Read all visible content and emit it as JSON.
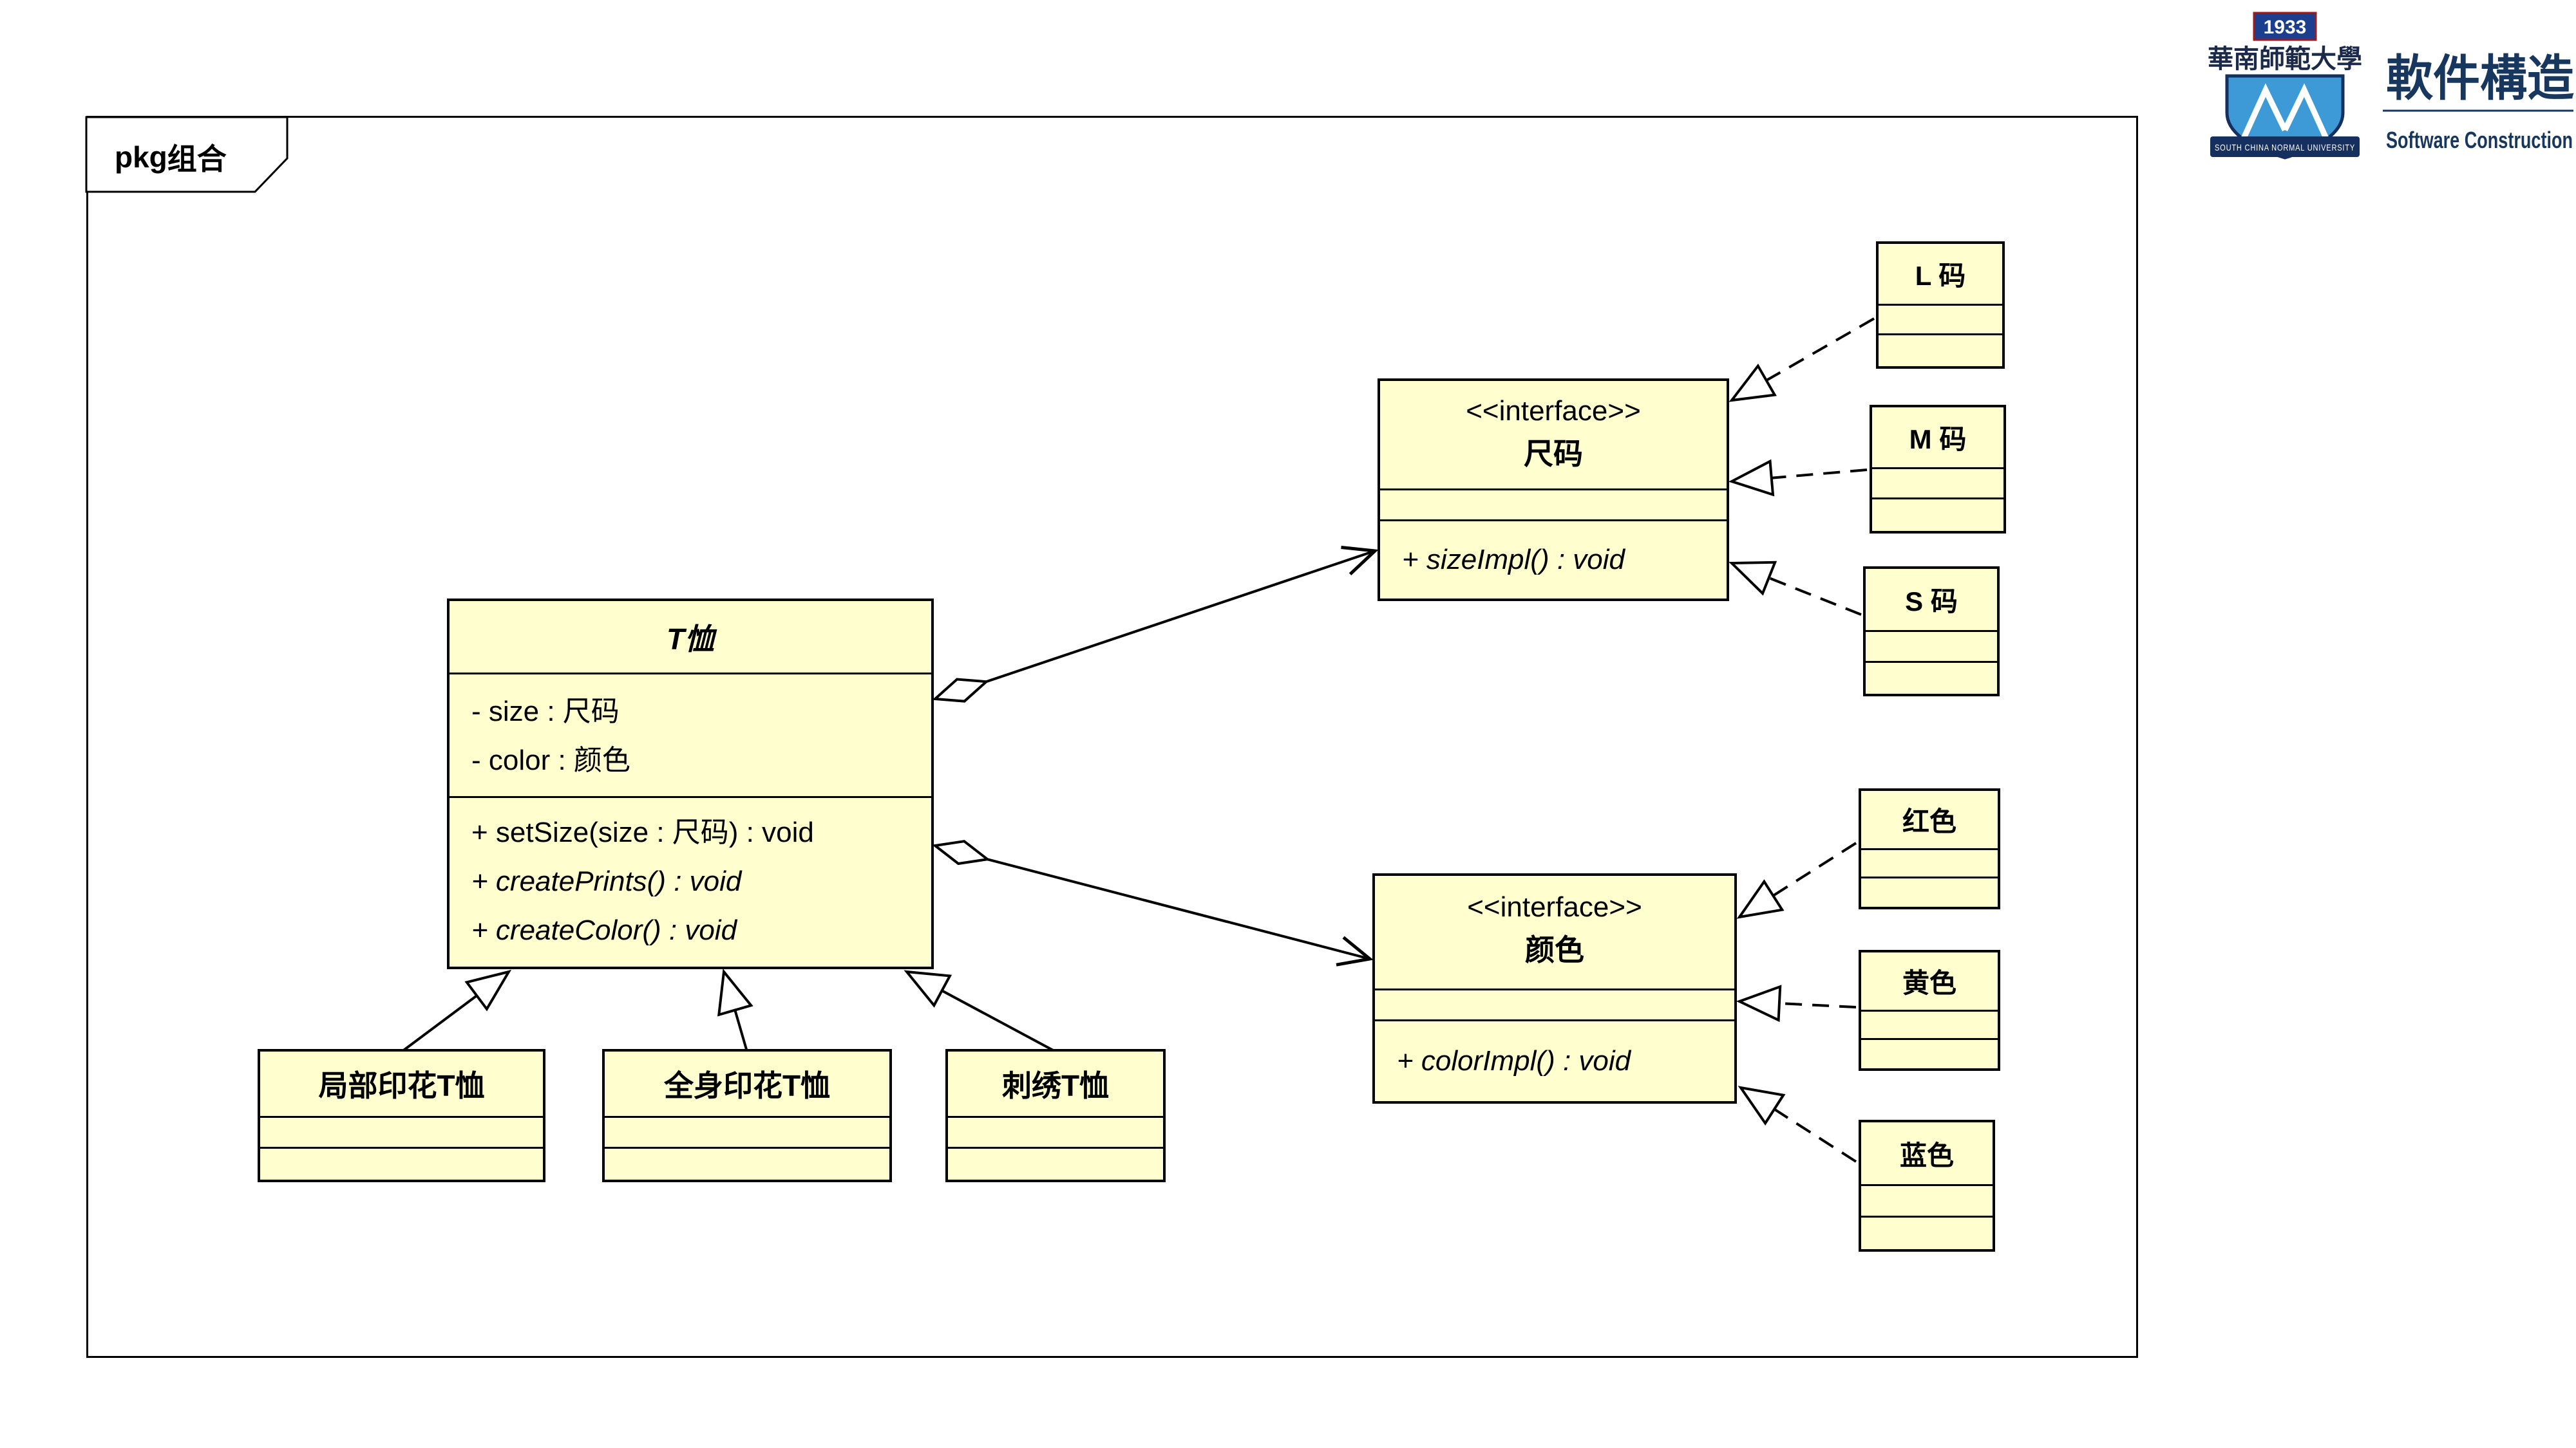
{
  "package": {
    "label_latin": "pkg",
    "label_cjk": "组合"
  },
  "header_logo": {
    "year": "1933",
    "calligraphy": "華南師範大學",
    "ribbon": "SOUTH CHINA NORMAL UNIVERSITY",
    "title": "軟件構造",
    "subtitle": "Software Construction"
  },
  "colors": {
    "class_fill": "#FEFECE",
    "border": "#000000",
    "logo_navy": "#17375E",
    "shield_blue": "#3D9AD6"
  },
  "tshirt": {
    "title": "T恤",
    "attributes": [
      "- size : 尺码",
      "- color : 颜色"
    ],
    "methods": [
      "+ setSize(size : 尺码) : void",
      "+ createPrints() : void",
      "+ createColor() : void"
    ]
  },
  "size_interface": {
    "stereotype": "<<interface>>",
    "title": "尺码",
    "methods": [
      "+ sizeImpl() : void"
    ]
  },
  "color_interface": {
    "stereotype": "<<interface>>",
    "title": "颜色",
    "methods": [
      "+ colorImpl() : void"
    ]
  },
  "subclasses": {
    "partial_print": {
      "title": "局部印花T恤"
    },
    "full_print": {
      "title": "全身印花T恤"
    },
    "embroidery": {
      "title": "刺绣T恤"
    }
  },
  "sizes": {
    "l": {
      "title": "L 码"
    },
    "m": {
      "title": "M 码"
    },
    "s": {
      "title": "S 码"
    }
  },
  "colors_impl": {
    "red": {
      "title": "红色"
    },
    "yellow": {
      "title": "黄色"
    },
    "blue": {
      "title": "蓝色"
    }
  }
}
